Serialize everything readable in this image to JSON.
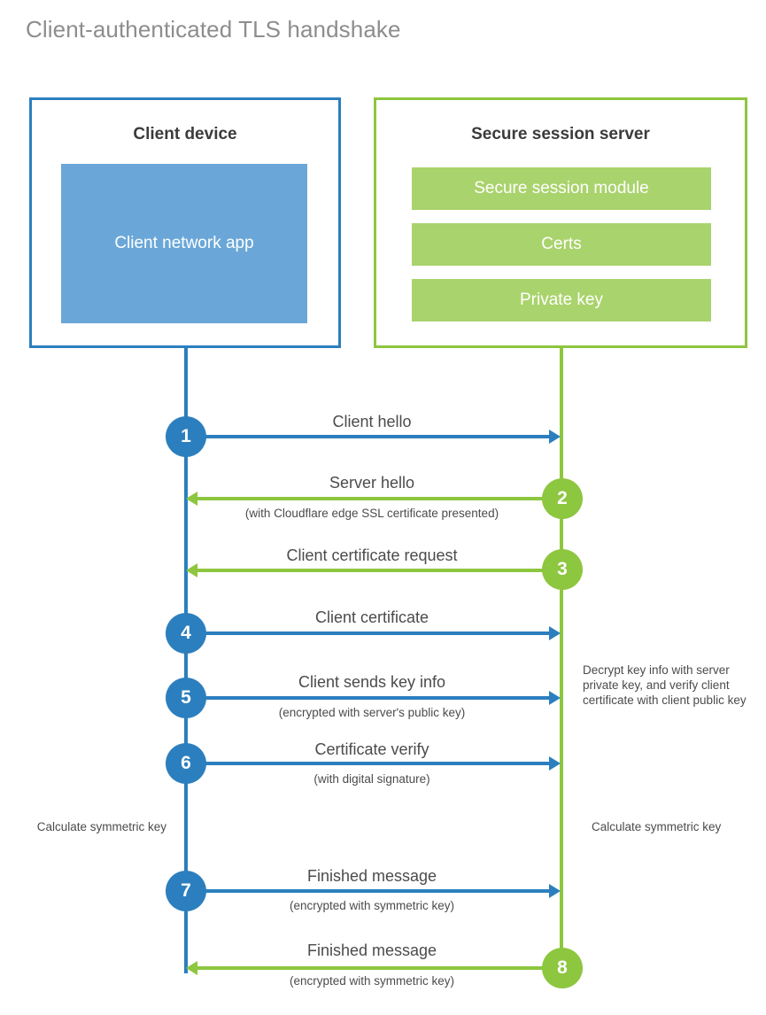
{
  "title": "Client-authenticated TLS handshake",
  "colors": {
    "client_blue": "#2c7fbe",
    "client_app_fill": "#6aa7d8",
    "server_green": "#8dc63f",
    "server_bar_fill": "#a9d36c",
    "text_gray": "#4b4b4b",
    "title_gray": "#8d8d8d"
  },
  "client": {
    "title": "Client device",
    "app_label": "Client network app"
  },
  "server": {
    "title": "Secure session server",
    "components": [
      "Secure session module",
      "Certs",
      "Private key"
    ]
  },
  "steps": [
    {
      "number": "1",
      "label": "Client hello",
      "sublabel": "",
      "direction": "client-to-server",
      "color": "#2c7fbe"
    },
    {
      "number": "2",
      "label": "Server hello",
      "sublabel": "(with Cloudflare edge SSL certificate presented)",
      "direction": "server-to-client",
      "color": "#8dc63f"
    },
    {
      "number": "3",
      "label": "Client certificate request",
      "sublabel": "",
      "direction": "server-to-client",
      "color": "#8dc63f"
    },
    {
      "number": "4",
      "label": "Client certificate",
      "sublabel": "",
      "direction": "client-to-server",
      "color": "#2c7fbe"
    },
    {
      "number": "5",
      "label": "Client sends key info",
      "sublabel": "(encrypted with server's public key)",
      "direction": "client-to-server",
      "color": "#2c7fbe"
    },
    {
      "number": "6",
      "label": "Certificate verify",
      "sublabel": "(with digital signature)",
      "direction": "client-to-server",
      "color": "#2c7fbe"
    },
    {
      "number": "7",
      "label": "Finished message",
      "sublabel": "(encrypted with symmetric key)",
      "direction": "client-to-server",
      "color": "#2c7fbe"
    },
    {
      "number": "8",
      "label": "Finished message",
      "sublabel": "(encrypted with symmetric key)",
      "direction": "server-to-client",
      "color": "#8dc63f"
    }
  ],
  "notes": {
    "server_decrypt": "Decrypt key info with server private key, and verify client certificate with client public key",
    "client_calculate": "Calculate symmetric key",
    "server_calculate": "Calculate symmetric key"
  }
}
